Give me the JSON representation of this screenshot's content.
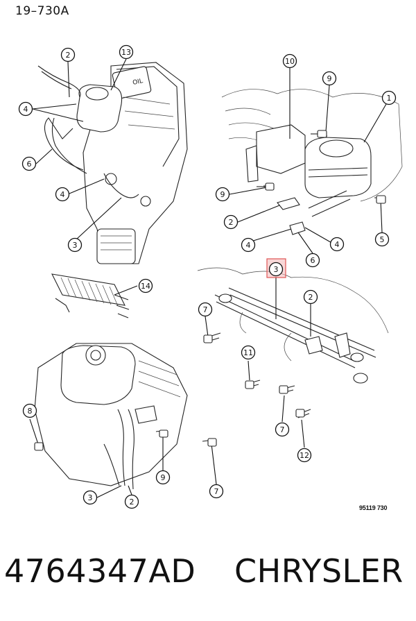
{
  "header": {
    "code": "19–730A"
  },
  "figure_id": "95119 730",
  "footer": {
    "part_number": "4764347AD",
    "brand": "CHRYSLER"
  },
  "highlight_color": "#e05555",
  "callouts": [
    {
      "id": "c-tl-2",
      "label": "2"
    },
    {
      "id": "c-tl-13",
      "label": "13"
    },
    {
      "id": "c-tl-4a",
      "label": "4"
    },
    {
      "id": "c-tl-6",
      "label": "6"
    },
    {
      "id": "c-tl-4b",
      "label": "4"
    },
    {
      "id": "c-tl-3",
      "label": "3"
    },
    {
      "id": "c-tr-10",
      "label": "10"
    },
    {
      "id": "c-tr-9a",
      "label": "9"
    },
    {
      "id": "c-tr-1",
      "label": "1"
    },
    {
      "id": "c-tr-9b",
      "label": "9"
    },
    {
      "id": "c-tr-2",
      "label": "2"
    },
    {
      "id": "c-tr-5",
      "label": "5"
    },
    {
      "id": "c-tr-4a",
      "label": "4"
    },
    {
      "id": "c-tr-6",
      "label": "6"
    },
    {
      "id": "c-tr-4b",
      "label": "4"
    },
    {
      "id": "c-ml-14",
      "label": "14"
    },
    {
      "id": "c-mr-3",
      "label": "3"
    },
    {
      "id": "c-mr-2",
      "label": "2"
    },
    {
      "id": "c-mr-7a",
      "label": "7"
    },
    {
      "id": "c-mr-11",
      "label": "11"
    },
    {
      "id": "c-mr-7b",
      "label": "7"
    },
    {
      "id": "c-mr-12",
      "label": "12"
    },
    {
      "id": "c-bl-8",
      "label": "8"
    },
    {
      "id": "c-bl-9",
      "label": "9"
    },
    {
      "id": "c-bl-7",
      "label": "7"
    },
    {
      "id": "c-bl-3",
      "label": "3"
    },
    {
      "id": "c-bl-2",
      "label": "2"
    }
  ]
}
